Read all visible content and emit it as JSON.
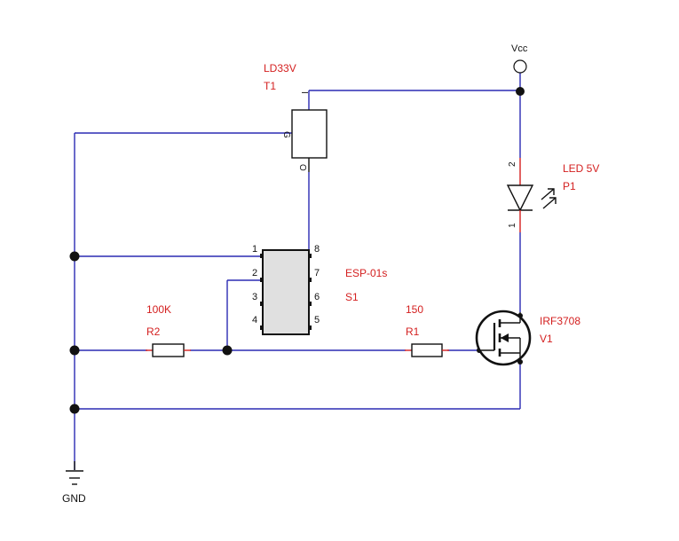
{
  "colors": {
    "wire": "#2b2bb3",
    "label": "#d42020",
    "ink": "#111111",
    "chip_fill": "#e0e0e0"
  },
  "power": {
    "vcc_label": "Vcc",
    "gnd_label": "GND"
  },
  "regulator": {
    "type_label": "LD33V",
    "ref_label": "T1",
    "pin_in": "I",
    "pin_gnd": "G",
    "pin_out": "O"
  },
  "led": {
    "type_label": "LED 5V",
    "ref_label": "P1",
    "pin_anode": "2",
    "pin_cathode": "1"
  },
  "esp": {
    "type_label": "ESP-01s",
    "ref_label": "S1",
    "left_pins": [
      "1",
      "2",
      "3",
      "4"
    ],
    "right_pins": [
      "8",
      "7",
      "6",
      "5"
    ]
  },
  "r2": {
    "value_label": "100K",
    "ref_label": "R2"
  },
  "r1": {
    "value_label": "150",
    "ref_label": "R1"
  },
  "mosfet": {
    "type_label": "IRF3708",
    "ref_label": "V1"
  }
}
